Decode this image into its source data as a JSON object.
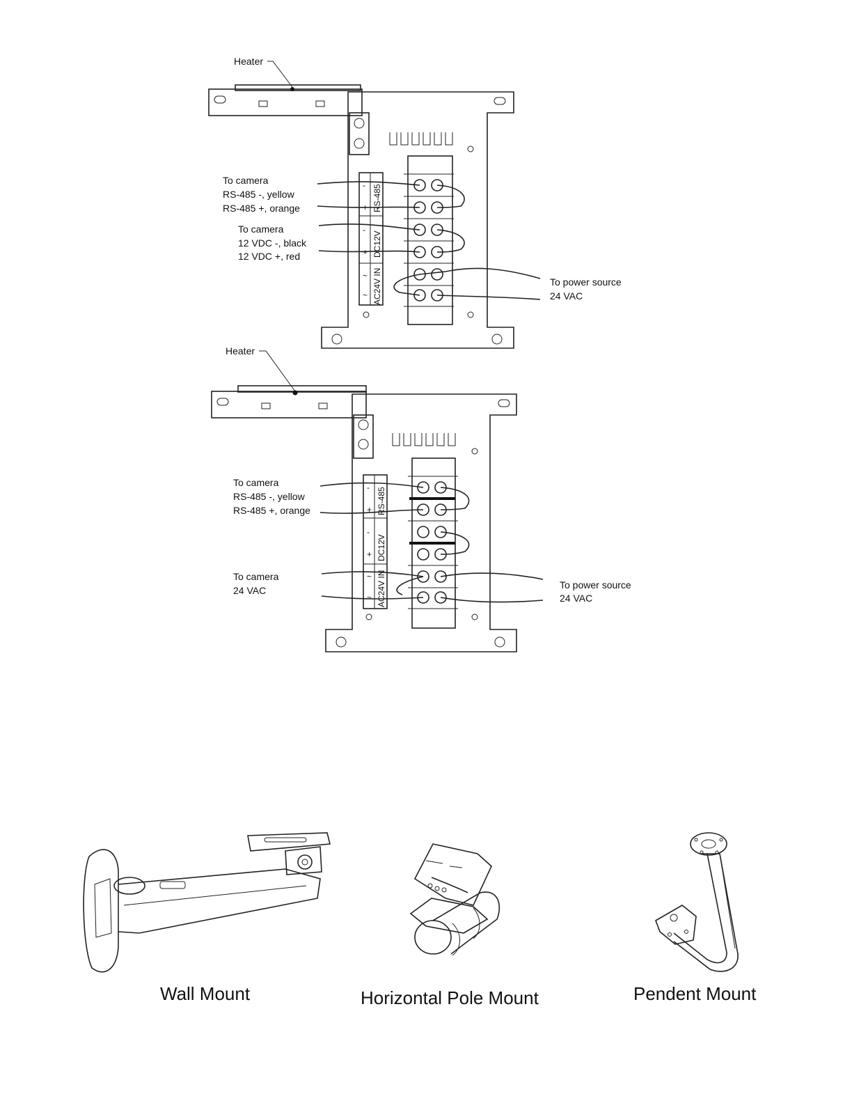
{
  "diagram1": {
    "heater_label": "Heater",
    "left_labels": [
      "To camera",
      "RS-485 -, yellow",
      "RS-485 +, orange",
      "To camera",
      "12 VDC -, black",
      "12 VDC +, red"
    ],
    "right_labels": [
      "To power source",
      "24 VAC"
    ],
    "terminal_labels": [
      "RS-485",
      "DC12V",
      "AC24V IN"
    ],
    "polarity": [
      "-",
      "+",
      "-",
      "+",
      "~",
      "~"
    ]
  },
  "diagram2": {
    "heater_label": "Heater",
    "left_labels": [
      "To camera",
      "RS-485 -, yellow",
      "RS-485 +, orange",
      "To camera",
      "24 VAC"
    ],
    "right_labels": [
      "To power source",
      "24 VAC"
    ],
    "terminal_labels": [
      "RS-485",
      "DC12V",
      "AC24V IN"
    ],
    "polarity": [
      "-",
      "+",
      "-",
      "+",
      "~",
      "~"
    ]
  },
  "mounts": [
    {
      "caption": "Wall Mount"
    },
    {
      "caption": "Horizontal Pole Mount"
    },
    {
      "caption": "Pendent Mount"
    }
  ]
}
